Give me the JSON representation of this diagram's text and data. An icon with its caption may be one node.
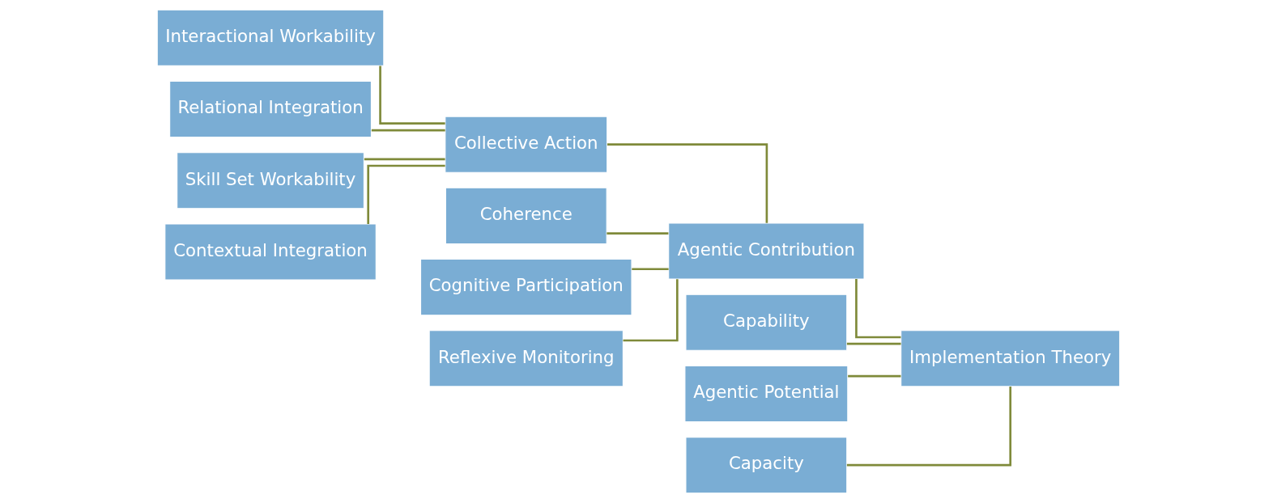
{
  "diagram": {
    "nodes": [
      {
        "text": [
          "Interactional Workability"
        ]
      },
      {
        "text": [
          "Relational Integration"
        ]
      },
      {
        "text": [
          "Skill Set Workability"
        ]
      },
      {
        "text": [
          "Contextual Integration"
        ]
      },
      {
        "text": [
          "Coherence"
        ]
      },
      {
        "text": [
          "Cognitive Participation"
        ]
      },
      {
        "text": [
          "Collective Action"
        ]
      },
      {
        "text": [
          "Reflexive Monitoring"
        ]
      },
      {
        "text": [
          "Capability"
        ]
      },
      {
        "text": [
          "Agentic Contribution"
        ]
      },
      {
        "text": [
          "Agentic Potential"
        ]
      },
      {
        "text": [
          "Capacity"
        ]
      },
      {
        "text": [
          "Implementation Theory"
        ]
      }
    ],
    "edges": [
      {
        "from": 0,
        "to": 6,
        "arrow": "none"
      },
      {
        "from": 1,
        "to": 6,
        "arrow": "none"
      },
      {
        "from": 2,
        "to": 6,
        "arrow": "none"
      },
      {
        "from": 3,
        "to": 6,
        "arrow": "none"
      },
      {
        "from": 4,
        "to": 9,
        "arrow": "none"
      },
      {
        "from": 5,
        "to": 9,
        "arrow": "none"
      },
      {
        "from": 6,
        "to": 9,
        "arrow": "none"
      },
      {
        "from": 7,
        "to": 9,
        "arrow": "none"
      },
      {
        "from": 8,
        "to": 12,
        "arrow": "none"
      },
      {
        "from": 9,
        "to": 12,
        "arrow": "none"
      },
      {
        "from": 10,
        "to": 12,
        "arrow": "none"
      },
      {
        "from": 11,
        "to": 12,
        "arrow": "none"
      }
    ]
  }
}
